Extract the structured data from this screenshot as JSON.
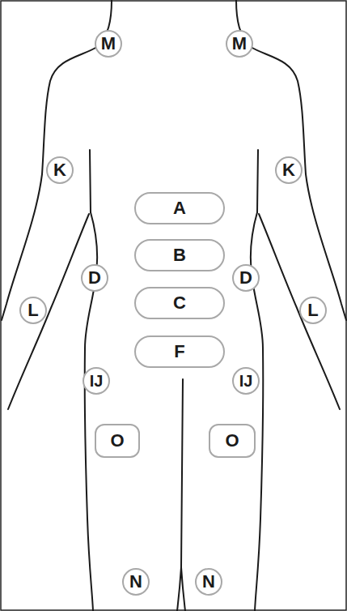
{
  "diagram": {
    "nodes": [
      {
        "text": [
          "M"
        ]
      },
      {
        "text": [
          "M"
        ]
      },
      {
        "text": [
          "K"
        ]
      },
      {
        "text": [
          "K"
        ]
      },
      {
        "text": [
          "A"
        ]
      },
      {
        "text": [
          "B"
        ]
      },
      {
        "text": [
          "D"
        ]
      },
      {
        "text": [
          "C"
        ]
      },
      {
        "text": [
          "D"
        ]
      },
      {
        "text": [
          "L"
        ]
      },
      {
        "text": [
          "L"
        ]
      },
      {
        "text": [
          "F"
        ]
      },
      {
        "text": [
          "IJ"
        ]
      },
      {
        "text": [
          "IJ"
        ]
      },
      {
        "text": [
          "O"
        ]
      },
      {
        "text": [
          "O"
        ]
      },
      {
        "text": [
          "N"
        ]
      },
      {
        "text": [
          "N"
        ]
      }
    ]
  }
}
